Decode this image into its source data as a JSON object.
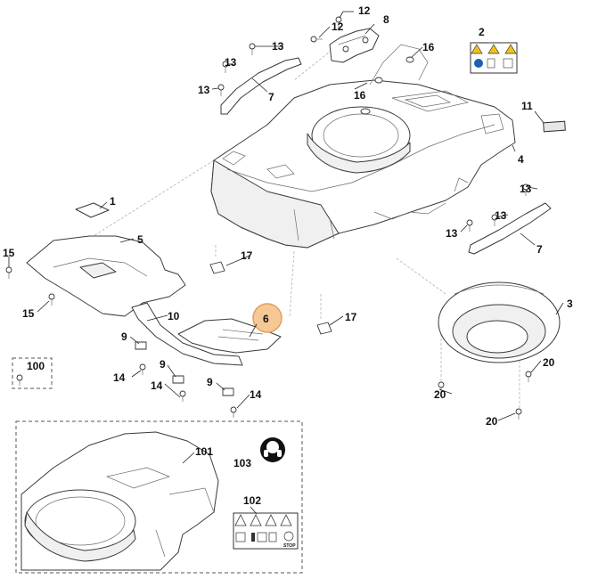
{
  "labels": {
    "p1": "1",
    "p2": "2",
    "p3": "3",
    "p4": "4",
    "p5": "5",
    "p6": "6",
    "p7a": "7",
    "p7b": "7",
    "p8": "8",
    "p9a": "9",
    "p9b": "9",
    "p9c": "9",
    "p10": "10",
    "p11": "11",
    "p12a": "12",
    "p12b": "12",
    "p13a": "13",
    "p13b": "13",
    "p13c": "13",
    "p13d": "13",
    "p13e": "13",
    "p13f": "13",
    "p14a": "14",
    "p14b": "14",
    "p14c": "14",
    "p15a": "15",
    "p15b": "15",
    "p16a": "16",
    "p16b": "16",
    "p17a": "17",
    "p17b": "17",
    "p20a": "20",
    "p20b": "20",
    "p20c": "20",
    "p100": "100",
    "p101": "101",
    "p102": "102",
    "p103": "103"
  },
  "highlight": {
    "part": "6",
    "color": "#f5c896",
    "ring": "#e0a060"
  },
  "icons": {
    "warning_label_2": "warning-label-icon",
    "warning_label_102": "warning-label-icon",
    "ear_protection_103": "ear-protection-icon",
    "stop_text": "STOP"
  }
}
